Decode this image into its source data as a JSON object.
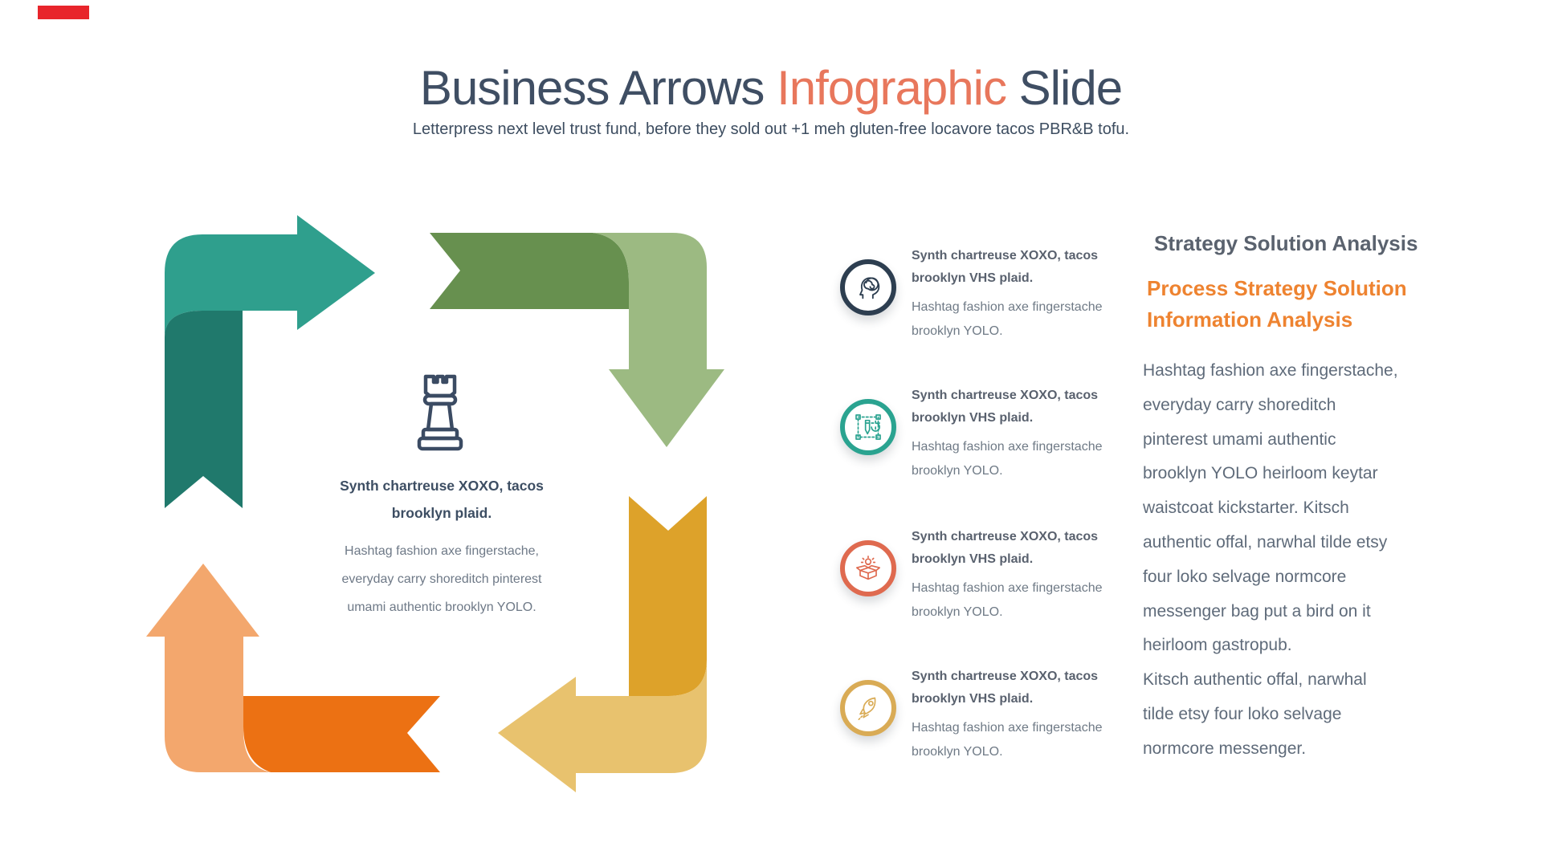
{
  "slide": {
    "accent_bar_color": "#E8252B",
    "title": {
      "part1": "Business Arrows ",
      "highlight": "Infographic",
      "part2": " Slide"
    },
    "subtitle": "Letterpress next level trust fund, before they sold out +1 meh gluten-free locavore tacos PBR&B tofu."
  },
  "colors": {
    "title_dark": "#3F4E63",
    "accent_coral": "#E8775C",
    "rook_stroke": "#3B4B63"
  },
  "diagram": {
    "center": {
      "icon": "chess-rook-icon",
      "heading_lines": [
        "Synth chartreuse XOXO, tacos",
        "brooklyn plaid."
      ],
      "body_lines": [
        "Hashtag fashion axe fingerstache,",
        "everyday carry shoreditch pinterest",
        "umami authentic brooklyn YOLO."
      ]
    },
    "arrows": [
      {
        "position": "top-left",
        "direction": "right",
        "color_light": "#2F9F8D",
        "color_dark": "#20796C"
      },
      {
        "position": "top-right",
        "direction": "down",
        "color_light": "#9CBA82",
        "color_dark": "#67904F"
      },
      {
        "position": "bottom-right",
        "direction": "left",
        "color_light": "#E8C26E",
        "color_dark": "#DDA22A"
      },
      {
        "position": "bottom-left",
        "direction": "up",
        "color_light": "#F3A76D",
        "color_dark": "#EC7113"
      }
    ]
  },
  "feature_list": {
    "items": [
      {
        "icon": "thinking-head-icon",
        "ring_color": "#2D3E50",
        "icon_color": "#2D3E50",
        "title_lines": [
          "Synth chartreuse XOXO, tacos",
          "brooklyn VHS plaid."
        ],
        "body_lines": [
          "Hashtag fashion axe fingerstache",
          "brooklyn YOLO."
        ]
      },
      {
        "icon": "design-pencil-icon",
        "ring_color": "#2AA390",
        "icon_color": "#2AA390",
        "title_lines": [
          "Synth chartreuse XOXO, tacos",
          "brooklyn VHS plaid."
        ],
        "body_lines": [
          "Hashtag fashion axe fingerstache",
          "brooklyn YOLO."
        ]
      },
      {
        "icon": "idea-box-icon",
        "ring_color": "#DF6A4F",
        "icon_color": "#DF6A4F",
        "title_lines": [
          "Synth chartreuse XOXO, tacos",
          "brooklyn VHS plaid."
        ],
        "body_lines": [
          "Hashtag fashion axe fingerstache",
          "brooklyn YOLO."
        ]
      },
      {
        "icon": "rocket-icon",
        "ring_color": "#D9AB55",
        "icon_color": "#D9AB55",
        "title_lines": [
          "Synth chartreuse XOXO, tacos",
          "brooklyn VHS plaid."
        ],
        "body_lines": [
          "Hashtag fashion axe fingerstache",
          "brooklyn YOLO."
        ]
      }
    ]
  },
  "right_column": {
    "heading": "Strategy Solution Analysis",
    "heading_color": "#5A626E",
    "subheading_color": "#EE8330",
    "subheading_lines": [
      "Process Strategy Solution",
      "Information Analysis"
    ],
    "paragraph_lines": [
      "Hashtag fashion axe fingerstache,",
      "everyday carry shoreditch",
      "pinterest umami authentic",
      "brooklyn YOLO heirloom keytar",
      "waistcoat kickstarter. Kitsch",
      "authentic offal, narwhal tilde etsy",
      "four loko selvage normcore",
      "messenger bag put a bird on it",
      "heirloom gastropub.",
      "Kitsch authentic offal, narwhal",
      "tilde etsy four loko selvage",
      "normcore messenger."
    ]
  }
}
